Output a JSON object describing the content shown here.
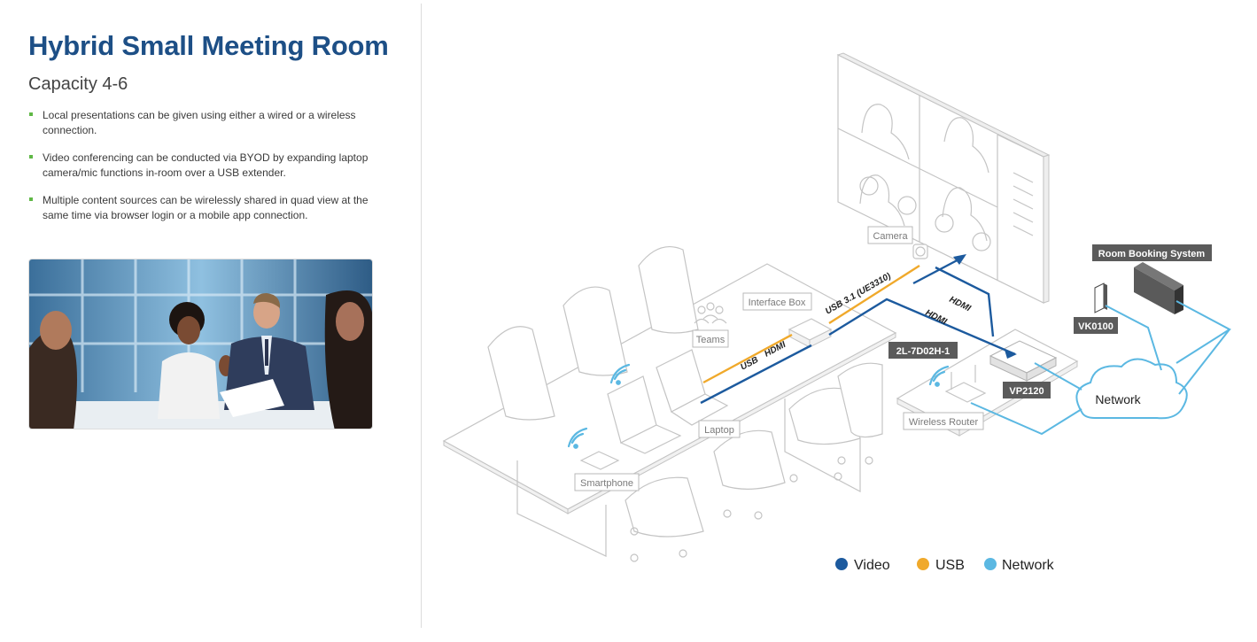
{
  "page": {
    "title": "Hybrid Small Meeting Room",
    "subtitle": "Capacity 4-6",
    "bullets": [
      "Local presentations can be given using either a wired or a wireless connection.",
      "Video conferencing can be conducted via BYOD by expanding laptop camera/mic functions in-room over a USB extender.",
      "Multiple content sources can be wirelessly shared in quad view at the same time via browser login or a mobile app connection."
    ]
  },
  "diagram": {
    "labels": {
      "camera": "Camera",
      "interface_box": "Interface Box",
      "teams": "Teams",
      "laptop": "Laptop",
      "smartphone": "Smartphone",
      "wireless_router": "Wireless Router",
      "network": "Network"
    },
    "device_tags": {
      "room_booking": "Room Booking System",
      "vk0100": "VK0100",
      "extender": "2L-7D02H-1",
      "vp2120": "VP2120"
    },
    "cable_labels": {
      "usb31": "USB 3.1 (UE3310)",
      "hdmi_top": "HDMI",
      "hdmi_mid": "HDMI",
      "usb_laptop": "USB",
      "hdmi_laptop": "HDMI"
    },
    "legend": [
      {
        "label": "Video",
        "color": "#1c5a9e"
      },
      {
        "label": "USB",
        "color": "#f0a92b"
      },
      {
        "label": "Network",
        "color": "#5bb8e2"
      }
    ]
  },
  "colors": {
    "title": "#1d4f86",
    "bullet": "#5fb846",
    "video": "#1c5a9e",
    "usb": "#f0a92b",
    "network": "#5bb8e2"
  }
}
